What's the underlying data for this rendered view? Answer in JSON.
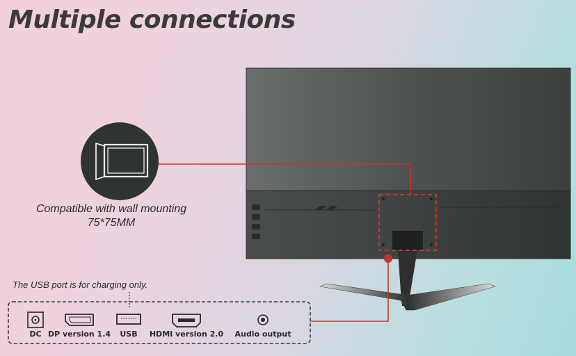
{
  "title": "Multiple connections",
  "mount": {
    "line1": "Compatible with wall mounting",
    "line2": "75*75MM"
  },
  "usb_note": "The USB port is for charging only.",
  "ports": [
    {
      "label": "DC",
      "icon": "dc-port-icon"
    },
    {
      "label": "DP version 1.4",
      "icon": "displayport-icon"
    },
    {
      "label": "USB",
      "icon": "usb-port-icon"
    },
    {
      "label": "HDMI version 2.0",
      "icon": "hdmi-port-icon"
    },
    {
      "label": "Audio output",
      "icon": "audio-jack-icon"
    }
  ],
  "colors": {
    "accent_line": "#c0392b",
    "monitor_panel": "#5a5d5c",
    "monitor_dark": "#3a3d3c"
  }
}
